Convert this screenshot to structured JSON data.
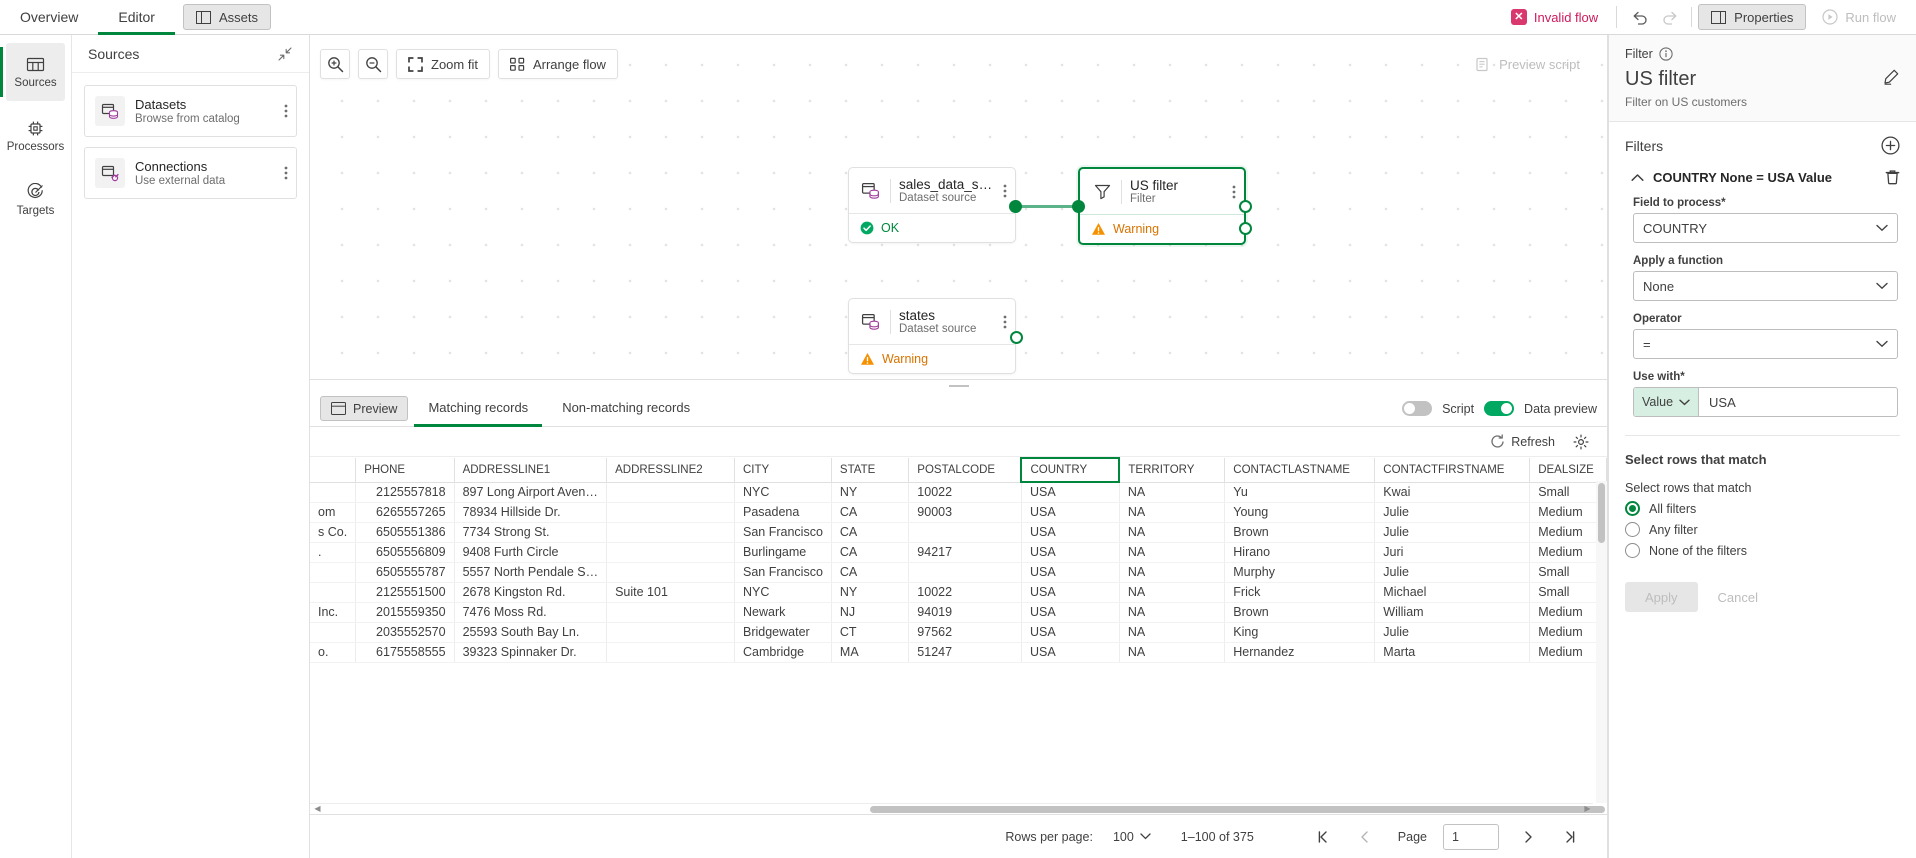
{
  "header": {
    "tabs": [
      {
        "label": "Overview",
        "active": false
      },
      {
        "label": "Editor",
        "active": true
      }
    ],
    "assets_label": "Assets",
    "invalid_flow_label": "Invalid flow",
    "invalid_flow_color": "#cf1a5d",
    "undo_label": "Undo",
    "redo_label": "Redo",
    "properties_label": "Properties",
    "run_flow_label": "Run flow"
  },
  "rail": {
    "items": [
      {
        "label": "Sources",
        "icon": "table-icon",
        "active": true
      },
      {
        "label": "Processors",
        "icon": "chip-icon",
        "active": false
      },
      {
        "label": "Targets",
        "icon": "target-icon",
        "active": false
      }
    ]
  },
  "sources_panel": {
    "title": "Sources",
    "collapse_icon": "collapse-icon",
    "items": [
      {
        "title": "Datasets",
        "subtitle": "Browse from catalog",
        "icon": "dataset-icon"
      },
      {
        "title": "Connections",
        "subtitle": "Use external data",
        "icon": "connection-icon"
      }
    ]
  },
  "canvas": {
    "toolbar": {
      "zoom_in_label": "Zoom in",
      "zoom_out_label": "Zoom out",
      "zoom_fit_label": "Zoom fit",
      "arrange_flow_label": "Arrange flow",
      "preview_script_label": "Preview script"
    },
    "nodes": [
      {
        "name": "sales_data_sample",
        "type": "Dataset source",
        "status": "OK",
        "status_kind": "ok",
        "icon": "dataset-icon",
        "selected": false
      },
      {
        "name": "US filter",
        "type": "Filter",
        "status": "Warning",
        "status_kind": "warning",
        "icon": "filter-icon",
        "selected": true
      },
      {
        "name": "states",
        "type": "Dataset source",
        "status": "Warning",
        "status_kind": "warning",
        "icon": "dataset-icon",
        "selected": false
      }
    ]
  },
  "preview": {
    "preview_label": "Preview",
    "tabs": [
      {
        "label": "Matching records",
        "active": true
      },
      {
        "label": "Non-matching records",
        "active": false
      }
    ],
    "script_toggle_label": "Script",
    "script_toggle_on": false,
    "data_preview_toggle_label": "Data preview",
    "data_preview_toggle_on": true,
    "refresh_label": "Refresh",
    "settings_icon": "gear-icon"
  },
  "table": {
    "columns": [
      {
        "key": "CUSTOMERNAME",
        "label": "",
        "width": 30,
        "align": "left",
        "selected": false
      },
      {
        "key": "PHONE",
        "label": "PHONE",
        "width": 102,
        "align": "right",
        "selected": false
      },
      {
        "key": "ADDRESSLINE1",
        "label": "ADDRESSLINE1",
        "width": 135,
        "align": "left",
        "selected": false
      },
      {
        "key": "ADDRESSLINE2",
        "label": "ADDRESSLINE2",
        "width": 135,
        "align": "left",
        "selected": false
      },
      {
        "key": "CITY",
        "label": "CITY",
        "width": 85,
        "align": "left",
        "selected": false
      },
      {
        "key": "STATE",
        "label": "STATE",
        "width": 85,
        "align": "left",
        "selected": false
      },
      {
        "key": "POSTALCODE",
        "label": "POSTALCODE",
        "width": 118,
        "align": "left",
        "selected": false
      },
      {
        "key": "COUNTRY",
        "label": "COUNTRY",
        "width": 105,
        "align": "left",
        "selected": true
      },
      {
        "key": "TERRITORY",
        "label": "TERRITORY",
        "width": 112,
        "align": "left",
        "selected": false
      },
      {
        "key": "CONTACTLASTNAME",
        "label": "CONTACTLASTNAME",
        "width": 155,
        "align": "left",
        "selected": false
      },
      {
        "key": "CONTACTFIRSTNAME",
        "label": "CONTACTFIRSTNAME",
        "width": 160,
        "align": "left",
        "selected": false
      },
      {
        "key": "DEALSIZE",
        "label": "DEALSIZE",
        "width": 78,
        "align": "left",
        "selected": false
      }
    ],
    "rows": [
      [
        "",
        "2125557818",
        "897 Long Airport Aven…",
        "",
        "NYC",
        "NY",
        "10022",
        "USA",
        "NA",
        "Yu",
        "Kwai",
        "Small"
      ],
      [
        "om",
        "6265557265",
        "78934 Hillside Dr.",
        "",
        "Pasadena",
        "CA",
        "90003",
        "USA",
        "NA",
        "Young",
        "Julie",
        "Medium"
      ],
      [
        "s Co.",
        "6505551386",
        "7734 Strong St.",
        "",
        "San Francisco",
        "CA",
        "",
        "USA",
        "NA",
        "Brown",
        "Julie",
        "Medium"
      ],
      [
        ".",
        "6505556809",
        "9408 Furth Circle",
        "",
        "Burlingame",
        "CA",
        "94217",
        "USA",
        "NA",
        "Hirano",
        "Juri",
        "Medium"
      ],
      [
        "",
        "6505555787",
        "5557 North Pendale S…",
        "",
        "San Francisco",
        "CA",
        "",
        "USA",
        "NA",
        "Murphy",
        "Julie",
        "Small"
      ],
      [
        "",
        "2125551500",
        "2678 Kingston Rd.",
        "Suite 101",
        "NYC",
        "NY",
        "10022",
        "USA",
        "NA",
        "Frick",
        "Michael",
        "Small"
      ],
      [
        "Inc.",
        "2015559350",
        "7476 Moss Rd.",
        "",
        "Newark",
        "NJ",
        "94019",
        "USA",
        "NA",
        "Brown",
        "William",
        "Medium"
      ],
      [
        "",
        "2035552570",
        "25593 South Bay Ln.",
        "",
        "Bridgewater",
        "CT",
        "97562",
        "USA",
        "NA",
        "King",
        "Julie",
        "Medium"
      ],
      [
        "o.",
        "6175558555",
        "39323 Spinnaker Dr.",
        "",
        "Cambridge",
        "MA",
        "51247",
        "USA",
        "NA",
        "Hernandez",
        "Marta",
        "Medium"
      ]
    ]
  },
  "pagination": {
    "rows_per_page_label": "Rows per page:",
    "rows_per_page_value": "100",
    "range_label": "1–100 of 375",
    "page_label": "Page",
    "page_value": "1",
    "first_icon": "first-page-icon",
    "prev_icon": "prev-page-icon",
    "next_icon": "next-page-icon",
    "last_icon": "last-page-icon"
  },
  "properties": {
    "kicker": "Filter",
    "info_icon": "info-icon",
    "title": "US filter",
    "description": "Filter on US customers",
    "edit_icon": "pencil-icon",
    "filters_title": "Filters",
    "add_icon": "plus-circle-icon",
    "filter_card": {
      "summary": "COUNTRY None = USA Value",
      "chevron_icon": "chevron-up-icon",
      "delete_icon": "trash-icon",
      "field_label": "Field to process*",
      "field_value": "COUNTRY",
      "function_label": "Apply a function",
      "function_value": "None",
      "operator_label": "Operator",
      "operator_value": "=",
      "usewith_label": "Use with*",
      "usewith_mode": "Value",
      "usewith_value": "USA"
    },
    "match_section_title": "Select rows that match",
    "match_radio_label": "Select rows that match",
    "match_options": [
      {
        "label": "All filters",
        "selected": true
      },
      {
        "label": "Any filter",
        "selected": false
      },
      {
        "label": "None of the filters",
        "selected": false
      }
    ],
    "apply_label": "Apply",
    "cancel_label": "Cancel"
  },
  "colors": {
    "accent_green": "#00873d",
    "warning_orange": "#d87300",
    "error_pink": "#cf1a5d",
    "purple": "#a03c9c"
  }
}
